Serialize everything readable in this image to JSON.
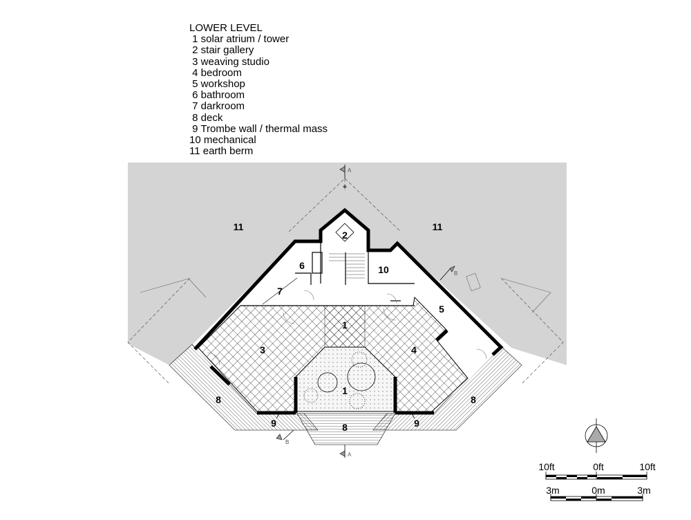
{
  "legend": {
    "title": "LOWER LEVEL",
    "items": [
      " 1 solar atrium / tower",
      " 2 stair gallery",
      " 3 weaving studio",
      " 4 bedroom",
      " 5 workshop",
      " 6 bathroom",
      " 7 darkroom",
      " 8 deck",
      " 9 Trombe wall / thermal mass",
      "10 mechanical",
      "11 earth berm"
    ]
  },
  "plan": {
    "labels": {
      "berm_left": "11",
      "berm_right": "11",
      "stair": "2",
      "bath": "6",
      "mech": "10",
      "dark": "7",
      "work": "5",
      "atrium_upper": "1",
      "atrium_lower": "1",
      "studio": "3",
      "bedroom": "4",
      "deck_left": "8",
      "deck_right": "8",
      "deck_center": "8",
      "trombe_left": "9",
      "trombe_right": "9"
    },
    "section_markers": {
      "a_top": "A",
      "a_bottom": "A",
      "b_right": "B",
      "b_left": "B"
    }
  },
  "scale": {
    "imperial": [
      "10ft",
      "0ft",
      "10ft"
    ],
    "metric": [
      "3m",
      "0m",
      "3m"
    ]
  },
  "colors": {
    "berm": "#d4d4d4",
    "wall": "#000000",
    "deck": "#ffffff"
  }
}
